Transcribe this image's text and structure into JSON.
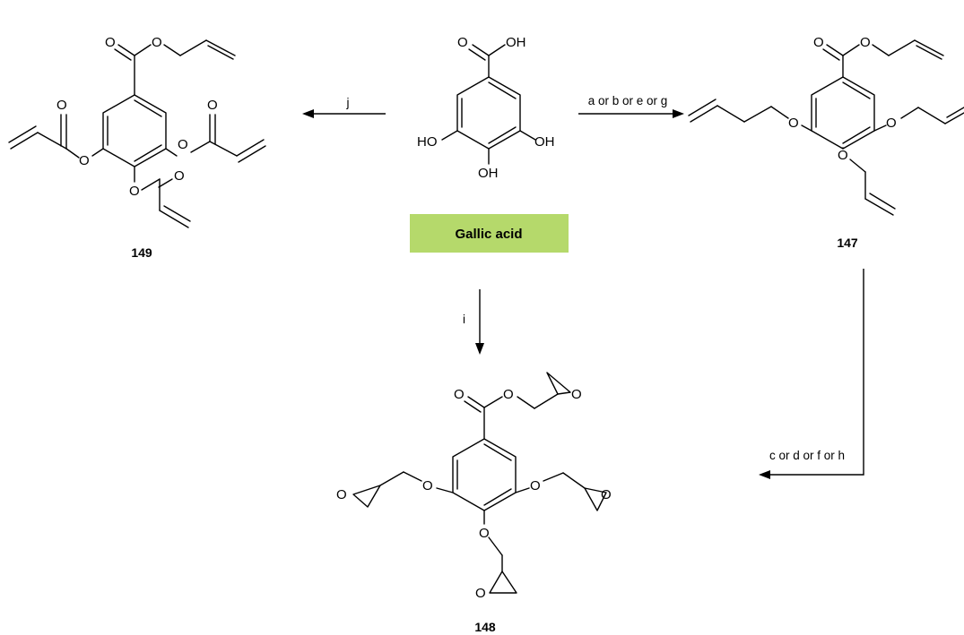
{
  "center_compound": {
    "name": "Gallic acid",
    "box_color": "#b5d96b",
    "atoms": {
      "carbonyl_o": "O",
      "acid_oh": "OH",
      "oh_left": "HO",
      "oh_right": "OH",
      "oh_bottom": "OH"
    }
  },
  "compound_149": {
    "label": "149",
    "atoms": {
      "o1": "O",
      "o2": "O",
      "o3": "O",
      "o4": "O",
      "o5": "O",
      "o6": "O",
      "o7": "O",
      "o8": "O"
    }
  },
  "compound_147": {
    "label": "147",
    "atoms": {
      "o1": "O",
      "o2": "O",
      "o3": "O",
      "o4": "O",
      "o5": "O"
    }
  },
  "compound_148": {
    "label": "148",
    "atoms": {
      "o1": "O",
      "o2": "O",
      "o3": "O",
      "o4": "O",
      "o5": "O",
      "o6": "O",
      "o7": "O",
      "o8": "O",
      "o9": "O"
    }
  },
  "arrows": {
    "to_149": "j",
    "to_147": "a or b or e or g",
    "to_148_down": "i",
    "from_147": "c or d or f or h"
  }
}
